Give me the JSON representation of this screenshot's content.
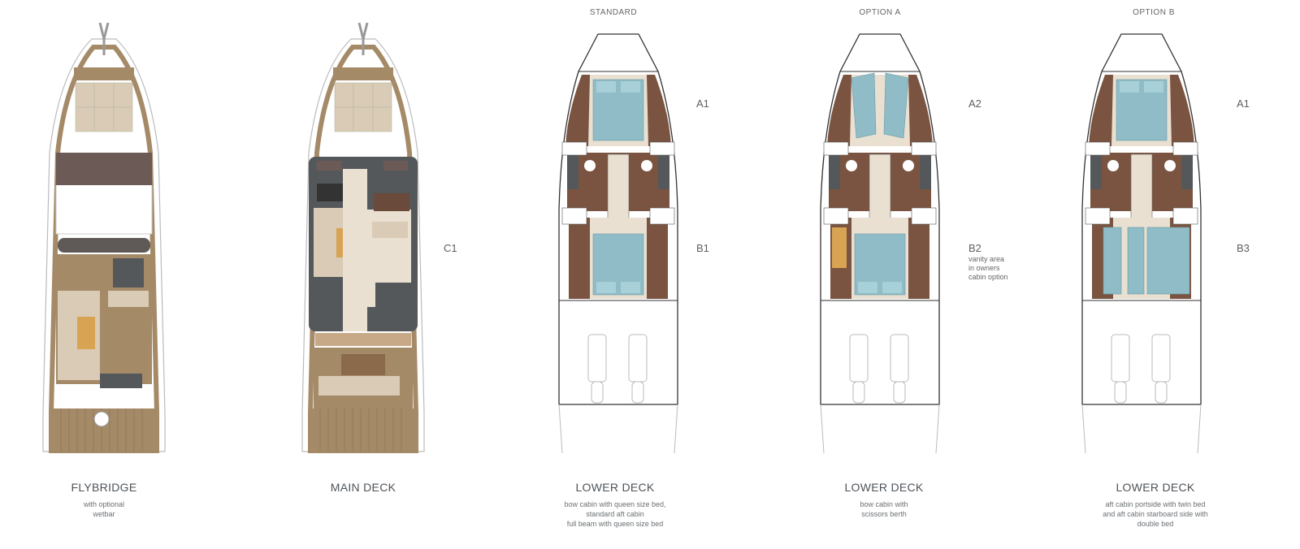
{
  "columns": [
    {
      "id": "flybridge",
      "header": "",
      "title": "FLYBRIDGE",
      "subtitle": [
        "with optional",
        "wetbar"
      ],
      "tags": []
    },
    {
      "id": "main-deck",
      "header": "",
      "title": "MAIN DECK",
      "subtitle": [],
      "tags": [
        "C1"
      ]
    },
    {
      "id": "standard",
      "header": "STANDARD",
      "title": "LOWER DECK",
      "subtitle": [
        "bow cabin with queen size bed,",
        "standard aft cabin",
        "full beam with queen size bed"
      ],
      "tags": [
        "A1",
        "B1"
      ]
    },
    {
      "id": "option-a",
      "header": "OPTION A",
      "title": "LOWER DECK",
      "subtitle": [
        "bow cabin with",
        "scissors berth"
      ],
      "tags": [
        "A2",
        "B2"
      ],
      "note": [
        "vanity area",
        "in owners",
        "cabin option"
      ]
    },
    {
      "id": "option-b",
      "header": "OPTION B",
      "title": "LOWER DECK",
      "subtitle": [
        "aft cabin portside with twin bed",
        "and aft cabin starboard side with",
        "double bed"
      ],
      "tags": [
        "A1",
        "B3"
      ]
    }
  ],
  "colors": {
    "teak": "#a58a68",
    "wood": "#7a5440",
    "bed": "#8fbcc6",
    "beige": "#e9e0d2",
    "dark": "#55585b",
    "cushion": "#d9cbb5"
  }
}
